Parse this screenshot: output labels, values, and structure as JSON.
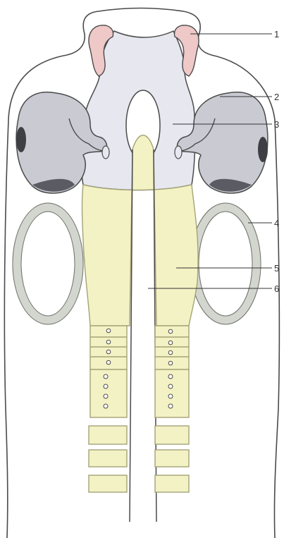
{
  "diagram": {
    "labels": [
      {
        "id": "1",
        "text": "1"
      },
      {
        "id": "2",
        "text": "2"
      },
      {
        "id": "3",
        "text": "3"
      },
      {
        "id": "4",
        "text": "4"
      },
      {
        "id": "5",
        "text": "5"
      },
      {
        "id": "6",
        "text": "6"
      }
    ]
  },
  "colors": {
    "outline": "#4a4a4a",
    "head_region": "#e6e7ef",
    "pink_folds": "#efc8c8",
    "eye_vesicle": "#c9cad2",
    "eye_dark": "#3e3f45",
    "ring_fill": "#d3d6cf",
    "ring_stroke": "#8b8d86",
    "yellow_tissue": "#f3f2c4",
    "yellow_stroke": "#a4a377"
  }
}
